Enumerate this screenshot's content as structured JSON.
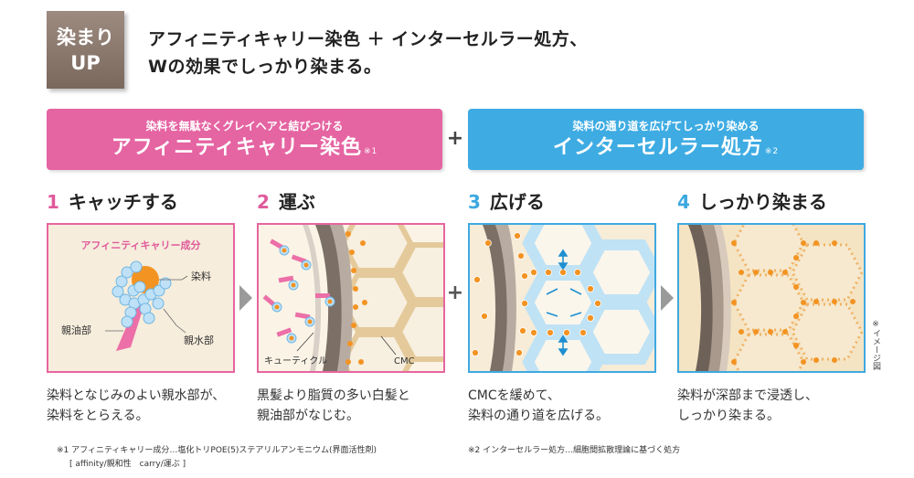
{
  "badge": {
    "line1": "染まり",
    "line2": "UP"
  },
  "headline": {
    "line1": "アフィニティキャリー染色 ＋ インターセルラー処方、",
    "line2": "Wの効果でしっかり染まる。"
  },
  "banners": {
    "left": {
      "sub": "染料を無駄なくグレイヘアと結びつける",
      "main": "アフィニティキャリー染色",
      "note": "※1"
    },
    "plus": "+",
    "right": {
      "sub": "染料の通り道を広げてしっかり染める",
      "main": "インターセルラー処方",
      "note": "※2"
    }
  },
  "steps": [
    {
      "num": "1",
      "title": "キャッチする",
      "desc1": "染料となじみのよい親水部が、",
      "desc2": "染料をとらえる。"
    },
    {
      "num": "2",
      "title": "運ぶ",
      "desc1": "黒髪より脂質の多い白髪と",
      "desc2": "親油部がなじむ。"
    },
    {
      "num": "3",
      "title": "広げる",
      "desc1": "CMCを緩めて、",
      "desc2": "染料の通り道を広げる。"
    },
    {
      "num": "4",
      "title": "しっかり染まる",
      "desc1": "染料が深部まで浸透し、",
      "desc2": "しっかり染まる。"
    }
  ],
  "panel1": {
    "heading": "アフィニティキャリー成分",
    "label_dye": "染料",
    "label_lipophilic": "親油部",
    "label_hydrophilic": "親水部"
  },
  "panel2": {
    "label_cuticle": "キューティクル",
    "label_cmc": "CMC"
  },
  "mid_plus": "+",
  "side_note": "※イメージ図",
  "footnotes": {
    "n1_line1": "※1 アフィニティキャリー成分…塩化トリPOE(5)ステアリルアンモニウム(界面活性剤)",
    "n1_line2": "[ affinity/親和性　carry/運ぶ ]",
    "n2": "※2 インターセルラー処方…細胞間拡散理論に基づく処方"
  },
  "colors": {
    "pink": "#e564a2",
    "blue": "#3eace3",
    "badge": "#8a776b",
    "orange": "#f39322",
    "cmc_tan": "#e8d3a8"
  }
}
